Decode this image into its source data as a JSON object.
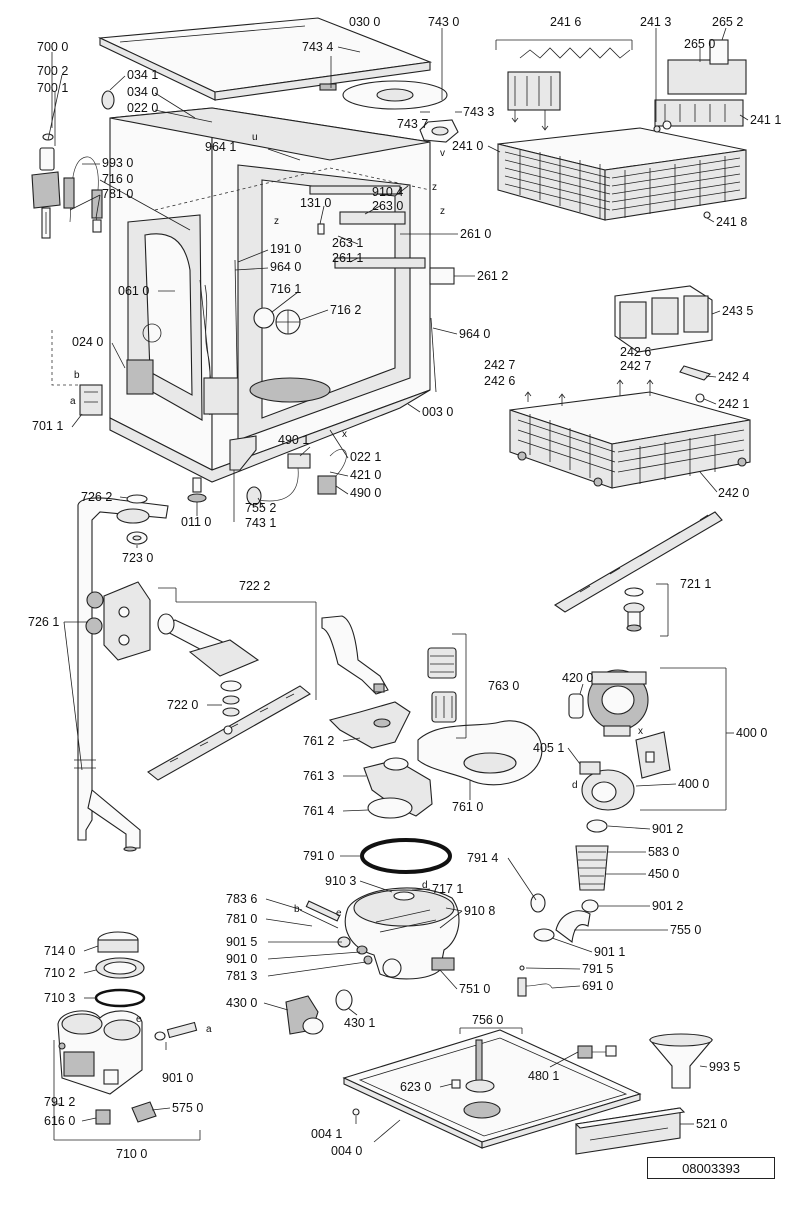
{
  "document_number": "08003393",
  "labels": [
    {
      "id": "030-0",
      "text": "030 0"
    },
    {
      "id": "743-0",
      "text": "743 0"
    },
    {
      "id": "743-4",
      "text": "743 4"
    },
    {
      "id": "743-7",
      "text": "743 7"
    },
    {
      "id": "743-3",
      "text": "743 3"
    },
    {
      "id": "700-0",
      "text": "700 0"
    },
    {
      "id": "700-2",
      "text": "700 2"
    },
    {
      "id": "700-1",
      "text": "700 1"
    },
    {
      "id": "034-1",
      "text": "034 1"
    },
    {
      "id": "034-0",
      "text": "034 0"
    },
    {
      "id": "022-0",
      "text": "022 0"
    },
    {
      "id": "993-0",
      "text": "993 0"
    },
    {
      "id": "716-0",
      "text": "716 0"
    },
    {
      "id": "781-0-top",
      "text": "781 0"
    },
    {
      "id": "964-1",
      "text": "964 1"
    },
    {
      "id": "131-0",
      "text": "131 0"
    },
    {
      "id": "910-4",
      "text": "910 4"
    },
    {
      "id": "263-0",
      "text": "263 0"
    },
    {
      "id": "261-0",
      "text": "261 0"
    },
    {
      "id": "263-1",
      "text": "263 1"
    },
    {
      "id": "261-1",
      "text": "261 1"
    },
    {
      "id": "261-2",
      "text": "261 2"
    },
    {
      "id": "191-0",
      "text": "191 0"
    },
    {
      "id": "964-0-a",
      "text": "964 0"
    },
    {
      "id": "716-1",
      "text": "716 1"
    },
    {
      "id": "716-2",
      "text": "716 2"
    },
    {
      "id": "964-0-b",
      "text": "964 0"
    },
    {
      "id": "061-0",
      "text": "061 0"
    },
    {
      "id": "024-0",
      "text": "024 0"
    },
    {
      "id": "003-0",
      "text": "003 0"
    },
    {
      "id": "701-1",
      "text": "701 1"
    },
    {
      "id": "490-1",
      "text": "490 1"
    },
    {
      "id": "022-1",
      "text": "022 1"
    },
    {
      "id": "421-0",
      "text": "421 0"
    },
    {
      "id": "490-0",
      "text": "490 0"
    },
    {
      "id": "755-2",
      "text": "755 2"
    },
    {
      "id": "743-1",
      "text": "743 1"
    },
    {
      "id": "011-0",
      "text": "011 0"
    },
    {
      "id": "241-6",
      "text": "241 6"
    },
    {
      "id": "241-3",
      "text": "241 3"
    },
    {
      "id": "265-2",
      "text": "265 2"
    },
    {
      "id": "265-0",
      "text": "265 0"
    },
    {
      "id": "241-0",
      "text": "241 0"
    },
    {
      "id": "241-1",
      "text": "241 1"
    },
    {
      "id": "241-8",
      "text": "241 8"
    },
    {
      "id": "243-5",
      "text": "243 5"
    },
    {
      "id": "242-6-a",
      "text": "242 6"
    },
    {
      "id": "242-7-a",
      "text": "242 7"
    },
    {
      "id": "242-7-b",
      "text": "242 7"
    },
    {
      "id": "242-6-b",
      "text": "242 6"
    },
    {
      "id": "242-4",
      "text": "242 4"
    },
    {
      "id": "242-1",
      "text": "242 1"
    },
    {
      "id": "242-0",
      "text": "242 0"
    },
    {
      "id": "726-2",
      "text": "726 2"
    },
    {
      "id": "723-0",
      "text": "723 0"
    },
    {
      "id": "722-2",
      "text": "722 2"
    },
    {
      "id": "726-1",
      "text": "726 1"
    },
    {
      "id": "722-0",
      "text": "722 0"
    },
    {
      "id": "721-1",
      "text": "721 1"
    },
    {
      "id": "763-0",
      "text": "763 0"
    },
    {
      "id": "761-2",
      "text": "761 2"
    },
    {
      "id": "761-3",
      "text": "761 3"
    },
    {
      "id": "761-0",
      "text": "761 0"
    },
    {
      "id": "761-4",
      "text": "761 4"
    },
    {
      "id": "420-0",
      "text": "420 0"
    },
    {
      "id": "400-0-a",
      "text": "400 0"
    },
    {
      "id": "405-1",
      "text": "405 1"
    },
    {
      "id": "400-0-b",
      "text": "400 0"
    },
    {
      "id": "901-2-a",
      "text": "901 2"
    },
    {
      "id": "791-0",
      "text": "791 0"
    },
    {
      "id": "791-4",
      "text": "791 4"
    },
    {
      "id": "583-0",
      "text": "583 0"
    },
    {
      "id": "910-3",
      "text": "910 3"
    },
    {
      "id": "717-1",
      "text": "717 1"
    },
    {
      "id": "450-0",
      "text": "450 0"
    },
    {
      "id": "783-6",
      "text": "783 6"
    },
    {
      "id": "910-8",
      "text": "910 8"
    },
    {
      "id": "901-2-b",
      "text": "901 2"
    },
    {
      "id": "781-0-bot",
      "text": "781 0"
    },
    {
      "id": "755-0",
      "text": "755 0"
    },
    {
      "id": "901-5",
      "text": "901 5"
    },
    {
      "id": "901-1",
      "text": "901 1"
    },
    {
      "id": "714-0",
      "text": "714 0"
    },
    {
      "id": "901-0-a",
      "text": "901 0"
    },
    {
      "id": "791-5",
      "text": "791 5"
    },
    {
      "id": "710-2",
      "text": "710 2"
    },
    {
      "id": "781-3",
      "text": "781 3"
    },
    {
      "id": "751-0",
      "text": "751 0"
    },
    {
      "id": "691-0",
      "text": "691 0"
    },
    {
      "id": "710-3",
      "text": "710 3"
    },
    {
      "id": "430-0",
      "text": "430 0"
    },
    {
      "id": "430-1",
      "text": "430 1"
    },
    {
      "id": "756-0",
      "text": "756 0"
    },
    {
      "id": "993-5",
      "text": "993 5"
    },
    {
      "id": "623-0",
      "text": "623 0"
    },
    {
      "id": "480-1",
      "text": "480 1"
    },
    {
      "id": "791-2",
      "text": "791 2"
    },
    {
      "id": "901-0-b",
      "text": "901 0"
    },
    {
      "id": "616-0",
      "text": "616 0"
    },
    {
      "id": "575-0",
      "text": "575 0"
    },
    {
      "id": "004-1",
      "text": "004 1"
    },
    {
      "id": "004-0",
      "text": "004 0"
    },
    {
      "id": "521-0",
      "text": "521 0"
    },
    {
      "id": "710-0",
      "text": "710 0"
    }
  ],
  "letters": [
    {
      "id": "u",
      "text": "u"
    },
    {
      "id": "v",
      "text": "v"
    },
    {
      "id": "z1",
      "text": "z"
    },
    {
      "id": "z2",
      "text": "z"
    },
    {
      "id": "z3",
      "text": "z"
    },
    {
      "id": "x1",
      "text": "x"
    },
    {
      "id": "b1",
      "text": "b"
    },
    {
      "id": "a1",
      "text": "a"
    },
    {
      "id": "x2",
      "text": "x"
    },
    {
      "id": "d1",
      "text": "d"
    },
    {
      "id": "d2",
      "text": "d"
    },
    {
      "id": "b2",
      "text": "b"
    },
    {
      "id": "e1",
      "text": "e"
    },
    {
      "id": "e2",
      "text": "e"
    },
    {
      "id": "a2",
      "text": "a"
    }
  ]
}
